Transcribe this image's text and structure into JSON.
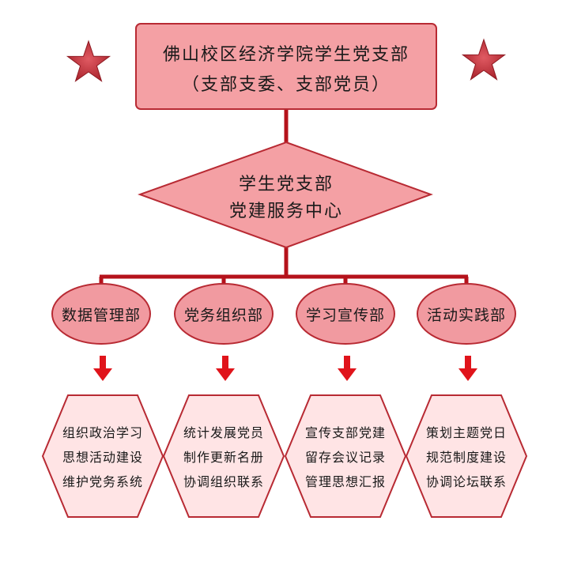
{
  "colors": {
    "line": "#b5121b",
    "box_fill": "#f4a0a4",
    "box_stroke": "#b82a33",
    "oval_fill": "#f19aa0",
    "hex_fill": "#ffe4e5",
    "arrow": "#e0141b",
    "star": "#c8353e"
  },
  "top_box": {
    "line1": "佛山校区经济学院学生党支部",
    "line2": "（支部支委、支部党员）"
  },
  "center_diamond": {
    "line1": "学生党支部",
    "line2": "党建服务中心"
  },
  "departments": [
    {
      "name": "数据管理部",
      "duties": [
        "组织政治学习",
        "思想活动建设",
        "维护党务系统"
      ]
    },
    {
      "name": "党务组织部",
      "duties": [
        "统计发展党员",
        "制作更新名册",
        "协调组织联系"
      ]
    },
    {
      "name": "学习宣传部",
      "duties": [
        "宣传支部党建",
        "留存会议记录",
        "管理思想汇报"
      ]
    },
    {
      "name": "活动实践部",
      "duties": [
        "策划主题党日",
        "规范制度建设",
        "协调论坛联系"
      ]
    }
  ]
}
